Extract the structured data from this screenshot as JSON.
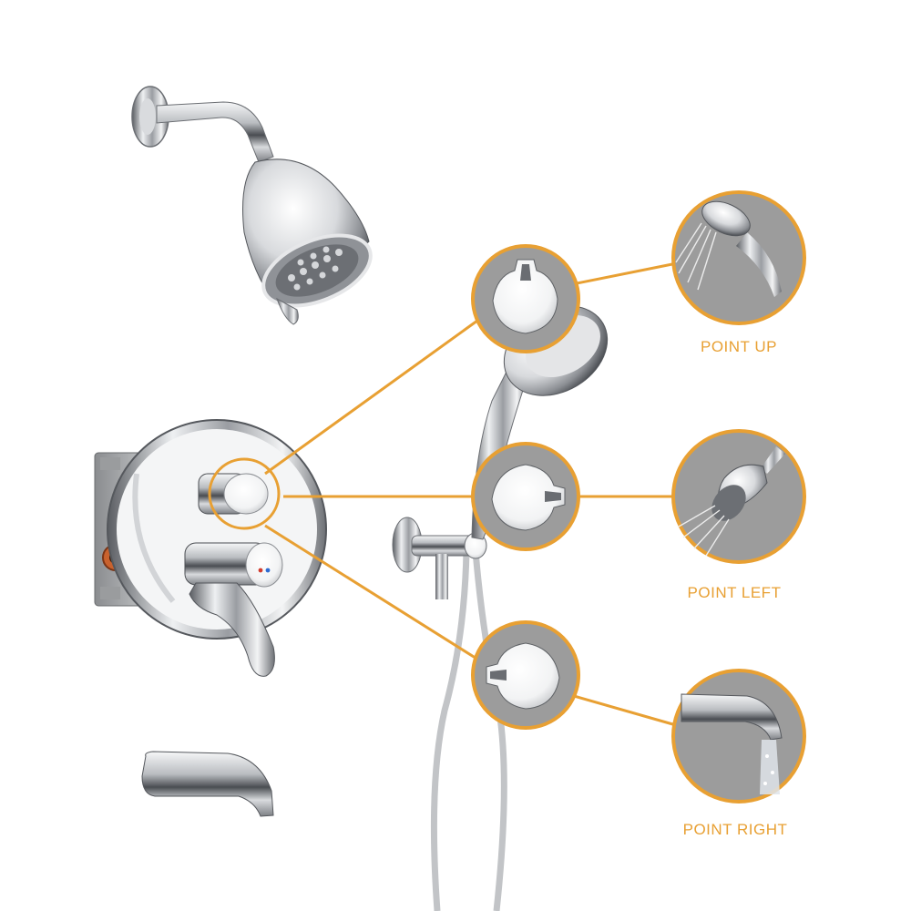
{
  "labels": {
    "point_up": "POINT UP",
    "point_left": "POINT LEFT",
    "point_right": "POINT RIGHT"
  },
  "colors": {
    "accent": "#E8A033",
    "circle_fill": "#9C9C9C",
    "chrome": "#C9CCD0"
  },
  "icons": {
    "valve_up": "diverter-knob-up-icon",
    "valve_left": "diverter-knob-left-icon",
    "valve_right": "diverter-knob-right-icon",
    "out_up": "hand-shower-icon",
    "out_left": "shower-head-spray-icon",
    "out_right": "tub-spout-icon"
  }
}
